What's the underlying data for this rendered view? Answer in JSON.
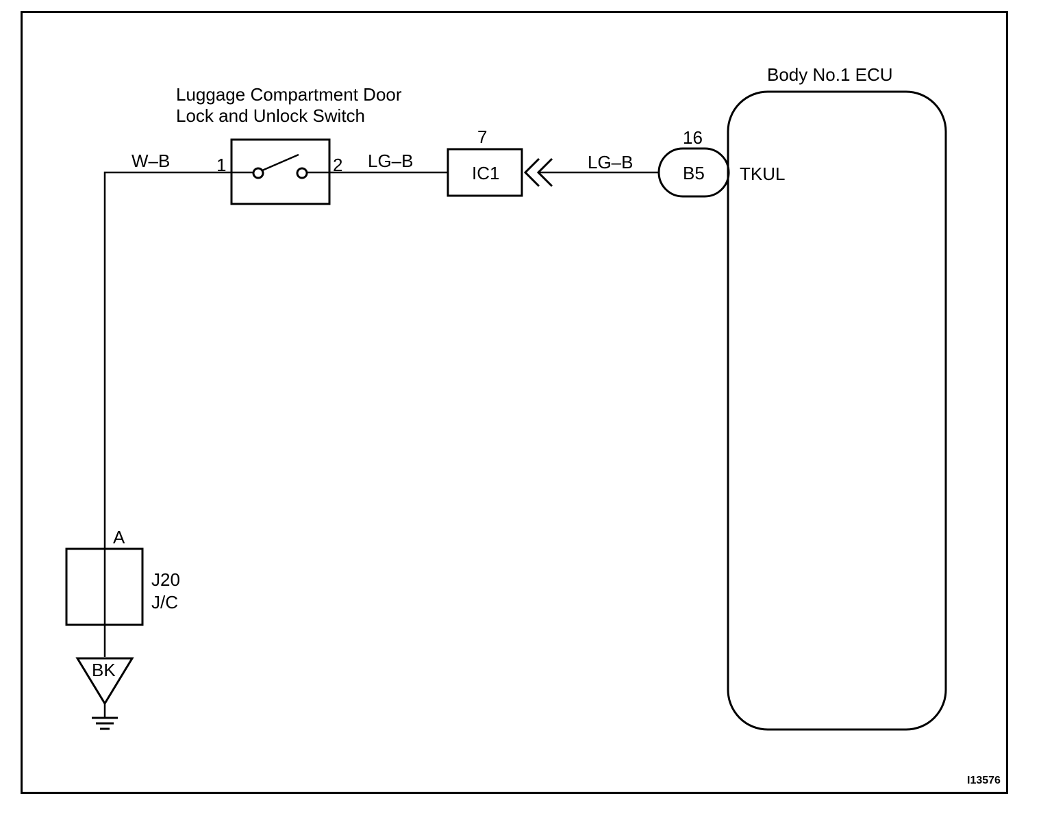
{
  "switch": {
    "title_line1": "Luggage Compartment Door",
    "title_line2": "Lock and Unlock Switch",
    "pin_left": "1",
    "pin_right": "2"
  },
  "wires": {
    "ground_to_switch": "W–B",
    "switch_to_connector": "LG–B",
    "connector_to_ecu": "LG–B"
  },
  "connector_ic1": {
    "label": "IC1",
    "pin": "7"
  },
  "connector_b5": {
    "label": "B5",
    "pin": "16"
  },
  "ecu": {
    "title": "Body No.1 ECU",
    "terminal": "TKUL"
  },
  "junction": {
    "pin": "A",
    "name_line1": "J20",
    "name_line2": "J/C"
  },
  "ground": {
    "label": "BK"
  },
  "figure_id": "I13576"
}
